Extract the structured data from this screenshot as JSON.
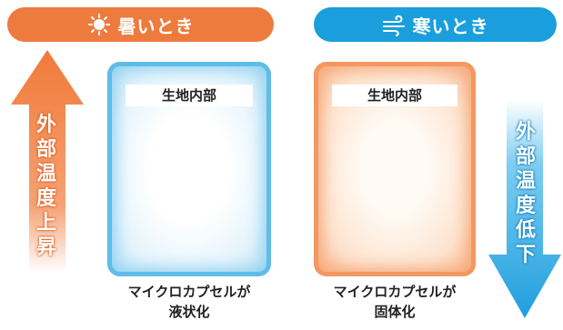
{
  "hot": {
    "title": "暑いとき",
    "icon": "sun-icon",
    "inner_label": "生地内部",
    "caption_line1": "マイクロカプセルが",
    "caption_line2": "液状化",
    "side_text": "外\n部\n温\n度\n上\n昇"
  },
  "cold": {
    "title": "寒いとき",
    "icon": "wind-icon",
    "inner_label": "生地内部",
    "caption_line1": "マイクロカプセルが",
    "caption_line2": "固体化",
    "side_text": "外\n部\n温\n度\n低\n下"
  },
  "colors": {
    "hot_accent": "#ee7b3e",
    "cold_accent": "#1a9fdc",
    "arrow_small": "#f08a6a"
  }
}
